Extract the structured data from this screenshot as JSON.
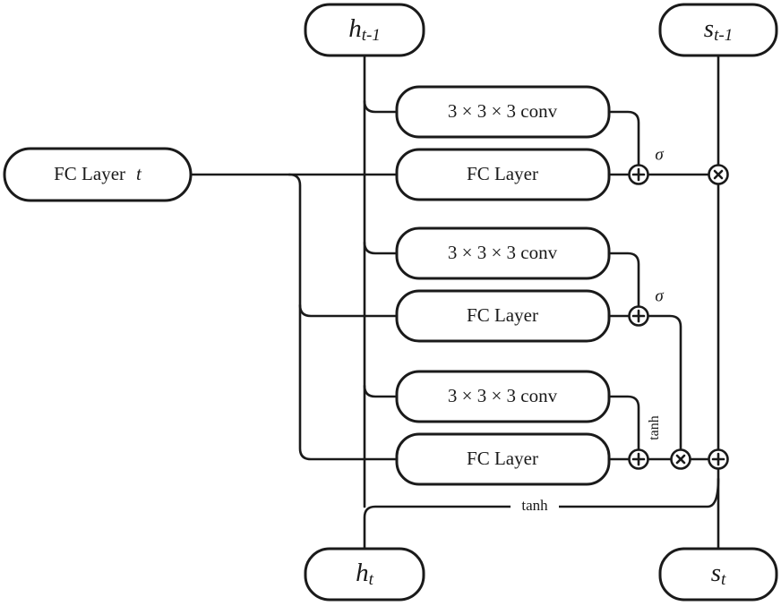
{
  "diagram": {
    "title": "Convolutional LSTM cell unrolled computation graph",
    "background_color": "#ffffff",
    "line_color": "#1a1a1a",
    "box_fill": "#ffffff"
  },
  "state_nodes": {
    "h_prev": {
      "label": "h",
      "subscript": "t-1",
      "name": "h_{t-1}"
    },
    "s_prev": {
      "label": "s",
      "subscript": "t-1",
      "name": "s_{t-1}"
    },
    "h_out": {
      "label": "h",
      "subscript": "t",
      "name": "h_t"
    },
    "s_out": {
      "label": "s",
      "subscript": "t",
      "name": "s_t"
    }
  },
  "input_node": {
    "label_main": "FC Layer",
    "label_index": "t"
  },
  "blocks": [
    {
      "id": "conv-1",
      "label": "3 × 3 × 3 conv",
      "row": 1
    },
    {
      "id": "fc-1",
      "label": "FC Layer",
      "row": 2
    },
    {
      "id": "conv-2",
      "label": "3 × 3 × 3 conv",
      "row": 3
    },
    {
      "id": "fc-2",
      "label": "FC Layer",
      "row": 4
    },
    {
      "id": "conv-3",
      "label": "3 × 3 × 3 conv",
      "row": 5
    },
    {
      "id": "fc-3",
      "label": "FC Layer",
      "row": 6
    }
  ],
  "operators": [
    {
      "id": "add-1",
      "glyph": "⊕",
      "kind": "add",
      "row": 2
    },
    {
      "id": "mul-1",
      "glyph": "⊗",
      "kind": "multiply",
      "row": 2
    },
    {
      "id": "add-2",
      "glyph": "⊕",
      "kind": "add",
      "row": 4
    },
    {
      "id": "add-3",
      "glyph": "⊕",
      "kind": "add",
      "row": 6
    },
    {
      "id": "mul-2",
      "glyph": "⊗",
      "kind": "multiply",
      "row": 6
    },
    {
      "id": "add-4",
      "glyph": "⊕",
      "kind": "add",
      "row": 6
    }
  ],
  "activation_labels": [
    {
      "id": "sigma-1",
      "text": "σ",
      "orientation": "horizontal"
    },
    {
      "id": "sigma-2",
      "text": "σ",
      "orientation": "horizontal"
    },
    {
      "id": "tanh-1",
      "text": "tanh",
      "orientation": "vertical"
    },
    {
      "id": "tanh-2",
      "text": "tanh",
      "orientation": "horizontal"
    }
  ]
}
